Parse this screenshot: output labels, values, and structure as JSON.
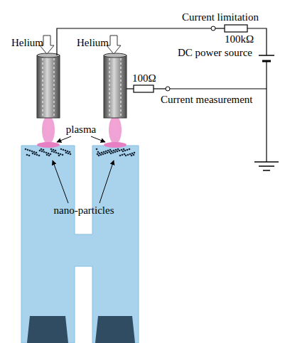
{
  "diagram": {
    "labels": [
      "Helium",
      "Helium",
      "plasma",
      "nano-particles",
      "Current limitation",
      "100kΩ",
      "DC power source",
      "100Ω",
      "Current measurement"
    ]
  }
}
